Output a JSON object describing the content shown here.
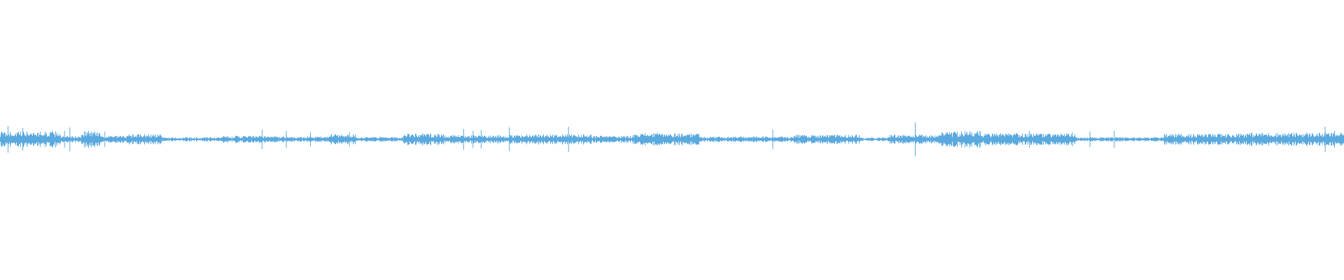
{
  "waveform": {
    "color": "#5aa9df",
    "segments": [
      {
        "start": 0.0,
        "end": 0.045,
        "amp": 0.045
      },
      {
        "start": 0.045,
        "end": 0.06,
        "amp": 0.018
      },
      {
        "start": 0.06,
        "end": 0.075,
        "amp": 0.05
      },
      {
        "start": 0.075,
        "end": 0.095,
        "amp": 0.02
      },
      {
        "start": 0.095,
        "end": 0.12,
        "amp": 0.03
      },
      {
        "start": 0.12,
        "end": 0.165,
        "amp": 0.012
      },
      {
        "start": 0.165,
        "end": 0.205,
        "amp": 0.02
      },
      {
        "start": 0.205,
        "end": 0.245,
        "amp": 0.016
      },
      {
        "start": 0.245,
        "end": 0.265,
        "amp": 0.03
      },
      {
        "start": 0.265,
        "end": 0.3,
        "amp": 0.014
      },
      {
        "start": 0.3,
        "end": 0.33,
        "amp": 0.035
      },
      {
        "start": 0.33,
        "end": 0.385,
        "amp": 0.024
      },
      {
        "start": 0.385,
        "end": 0.44,
        "amp": 0.03
      },
      {
        "start": 0.44,
        "end": 0.47,
        "amp": 0.02
      },
      {
        "start": 0.47,
        "end": 0.52,
        "amp": 0.036
      },
      {
        "start": 0.52,
        "end": 0.59,
        "amp": 0.016
      },
      {
        "start": 0.59,
        "end": 0.64,
        "amp": 0.026
      },
      {
        "start": 0.64,
        "end": 0.66,
        "amp": 0.01
      },
      {
        "start": 0.66,
        "end": 0.7,
        "amp": 0.026
      },
      {
        "start": 0.7,
        "end": 0.73,
        "amp": 0.048
      },
      {
        "start": 0.73,
        "end": 0.8,
        "amp": 0.034
      },
      {
        "start": 0.8,
        "end": 0.866,
        "amp": 0.012
      },
      {
        "start": 0.866,
        "end": 0.92,
        "amp": 0.032
      },
      {
        "start": 0.92,
        "end": 1.0,
        "amp": 0.038
      }
    ],
    "spikes": [
      {
        "x": 0.006,
        "amp": 0.095
      },
      {
        "x": 0.017,
        "amp": 0.08
      },
      {
        "x": 0.02,
        "amp": 0.055
      },
      {
        "x": 0.048,
        "amp": 0.06
      },
      {
        "x": 0.052,
        "amp": 0.085
      },
      {
        "x": 0.078,
        "amp": 0.055
      },
      {
        "x": 0.195,
        "amp": 0.07
      },
      {
        "x": 0.213,
        "amp": 0.06
      },
      {
        "x": 0.231,
        "amp": 0.05
      },
      {
        "x": 0.26,
        "amp": 0.05
      },
      {
        "x": 0.345,
        "amp": 0.075
      },
      {
        "x": 0.352,
        "amp": 0.06
      },
      {
        "x": 0.358,
        "amp": 0.065
      },
      {
        "x": 0.379,
        "amp": 0.085
      },
      {
        "x": 0.398,
        "amp": 0.03
      },
      {
        "x": 0.423,
        "amp": 0.09
      },
      {
        "x": 0.48,
        "amp": 0.045
      },
      {
        "x": 0.575,
        "amp": 0.07
      },
      {
        "x": 0.681,
        "amp": 0.12
      },
      {
        "x": 0.729,
        "amp": 0.06
      },
      {
        "x": 0.766,
        "amp": 0.06
      },
      {
        "x": 0.798,
        "amp": 0.05
      },
      {
        "x": 0.811,
        "amp": 0.055
      },
      {
        "x": 0.829,
        "amp": 0.06
      },
      {
        "x": 0.986,
        "amp": 0.09
      },
      {
        "x": 0.993,
        "amp": 0.06
      }
    ]
  }
}
